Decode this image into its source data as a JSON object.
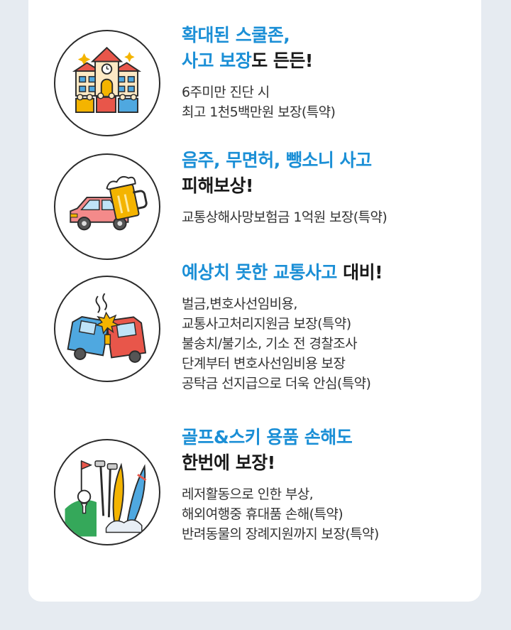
{
  "items": [
    {
      "icon": "school-icon",
      "title": [
        {
          "text": "확대된 스쿨존,",
          "color": "blue"
        },
        {
          "text": "사고 보장",
          "color": "blue"
        },
        {
          "text": "도 든든!",
          "color": "dark"
        }
      ],
      "desc": [
        "6주미만 진단 시",
        "최고 1천5백만원 보장(특약)"
      ]
    },
    {
      "icon": "car-beer-icon",
      "title": [
        {
          "text": "음주, 무면허, 뺑소니 사고",
          "color": "blue"
        },
        {
          "text": "피해보상!",
          "color": "dark"
        }
      ],
      "desc": [
        "교통상해사망보험금 1억원 보장(특약)"
      ]
    },
    {
      "icon": "car-crash-icon",
      "title": [
        {
          "text": "예상치 못한 교통사고 ",
          "color": "blue"
        },
        {
          "text": "대비!",
          "color": "dark"
        }
      ],
      "desc": [
        "벌금,변호사선임비용,",
        "교통사고처리지원금 보장(특약)",
        "불송치/불기소, 기소 전 경찰조사",
        "단계부터 변호사선임비용 보장",
        "공탁금 선지급으로 더욱 안심(특약)"
      ]
    },
    {
      "icon": "golf-ski-icon",
      "title": [
        {
          "text": "골프&스키 용품 손해도",
          "color": "blue"
        },
        {
          "text": "한번에 보장!",
          "color": "dark"
        }
      ],
      "desc": [
        "레저활동으로 인한 부상,",
        "해외여행중 휴대품 손해(특약)",
        "반려동물의 장례지원까지 보장(특약)"
      ]
    }
  ],
  "colors": {
    "accent": "#1b8fd6",
    "text_dark": "#1a1a1a",
    "background": "#e6ebf1",
    "card": "#ffffff"
  }
}
